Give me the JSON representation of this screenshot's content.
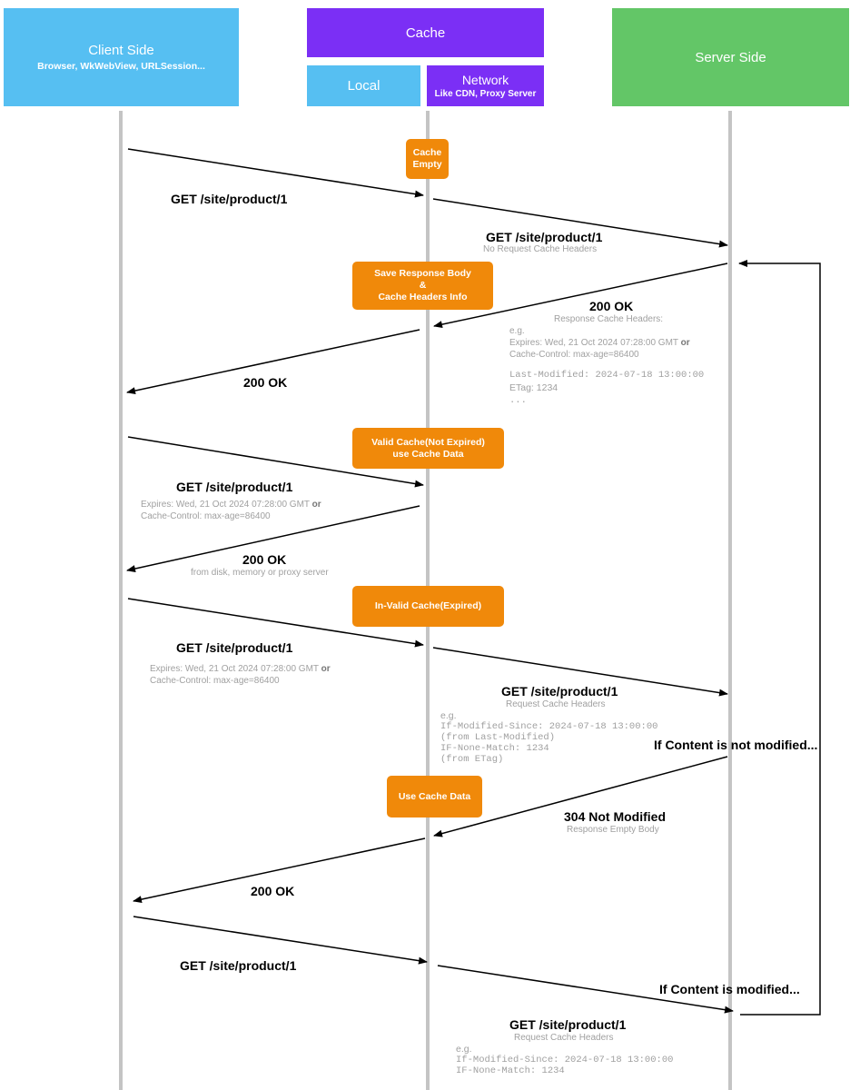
{
  "colors": {
    "client": "#56bff2",
    "cache": "#7b2ff5",
    "local": "#56bff2",
    "network": "#7b2ff5",
    "server": "#63c667",
    "note": "#f0890a",
    "lifeline": "#c4c4c4"
  },
  "headers": {
    "client_title": "Client Side",
    "client_sub": "Browser, WkWebView, URLSession...",
    "cache_title": "Cache",
    "local_title": "Local",
    "network_title": "Network",
    "network_sub": "Like CDN, Proxy Server",
    "server_title": "Server Side"
  },
  "notes": {
    "cache_empty_1": "Cache",
    "cache_empty_2": "Empty",
    "save_1": "Save  Response Body",
    "save_2": "&",
    "save_3": "Cache Headers Info",
    "valid_1": "Valid Cache(Not Expired)",
    "valid_2": "use Cache Data",
    "invalid": "In-Valid Cache(Expired)",
    "use_cache": "Use Cache Data"
  },
  "messages": {
    "get1": "GET /site/product/1",
    "get2": "GET /site/product/1",
    "get2_sub": "No Request Cache Headers",
    "ok_server": "200 OK",
    "ok_server_sub": "Response Cache Headers:",
    "ok_server_eg": "e.g.",
    "ok_server_expires": "Expires: Wed, 21 Oct 2024 07:28:00 GMT",
    "or1": "or",
    "ok_server_cc": "Cache-Control: max-age=86400",
    "ok_server_lm": "Last-Modified: 2024-07-18 13:00:00",
    "ok_server_etag": "ETag: 1234",
    "ok_server_more": "...",
    "ok_client1": "200 OK",
    "get3": "GET /site/product/1",
    "get3_expires": "Expires: Wed, 21 Oct 2024 07:28:00 GMT",
    "or2": "or",
    "get3_cc": "Cache-Control: max-age=86400",
    "ok_client2": "200 OK",
    "ok_client2_sub": "from disk, memory or proxy server",
    "get4": "GET /site/product/1",
    "get4_expires": "Expires: Wed, 21 Oct 2024 07:28:00 GMT",
    "or3": "or",
    "get4_cc": "Cache-Control: max-age=86400",
    "get5": "GET /site/product/1",
    "get5_sub": "Request Cache Headers",
    "get5_eg": "e.g.",
    "get5_ims": "If-Modified-Since: 2024-07-18 13:00:00",
    "get5_ims_from": "(from Last-Modified)",
    "get5_inm": "IF-None-Match: 1234",
    "get5_inm_from": "(from ETag)",
    "not_modified_cond": "If Content is not modified...",
    "nm304": "304 Not Modified",
    "nm304_sub": "Response Empty Body",
    "ok_client3": "200 OK",
    "get6": "GET /site/product/1",
    "modified_cond": "If Content is modified...",
    "get7": "GET /site/product/1",
    "get7_sub": "Request Cache Headers",
    "get7_eg": "e.g.",
    "get7_ims": "If-Modified-Since: 2024-07-18 13:00:00",
    "get7_inm": "IF-None-Match: 1234"
  }
}
